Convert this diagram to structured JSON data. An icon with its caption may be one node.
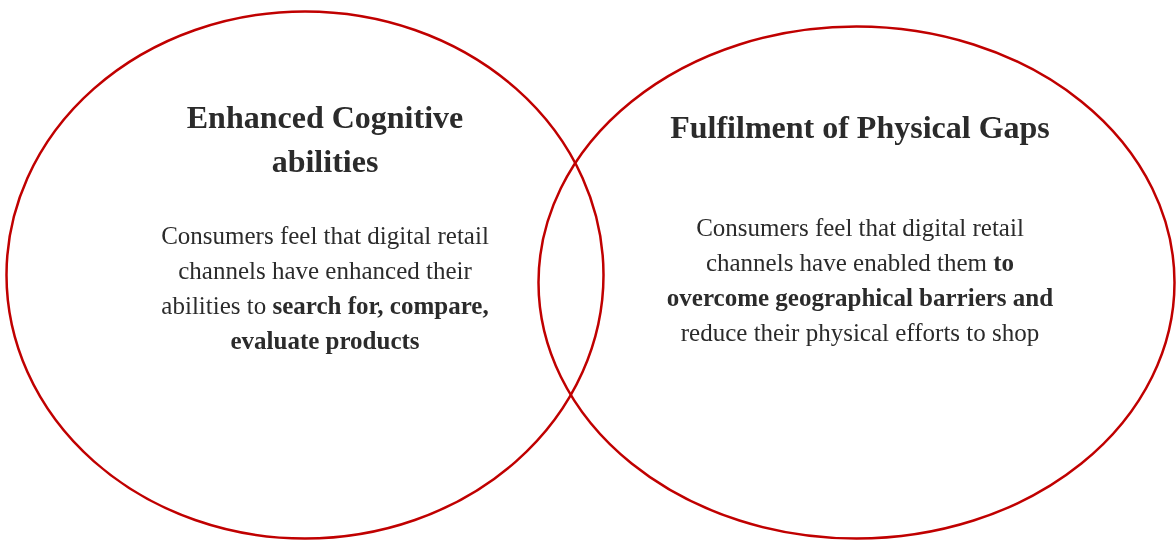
{
  "diagram": {
    "nodes": [
      {
        "text": [
          "Enhanced Cognitive abilities",
          "Consumers feel that digital retail channels have enhanced their abilities to **search for, compare, evaluate products**"
        ]
      },
      {
        "text": [
          "Fulfilment of Physical Gaps",
          "Consumers feel that digital retail channels have enabled them **to overcome geographical barriers and** reduce their physical efforts to shop"
        ]
      }
    ],
    "edges": []
  }
}
